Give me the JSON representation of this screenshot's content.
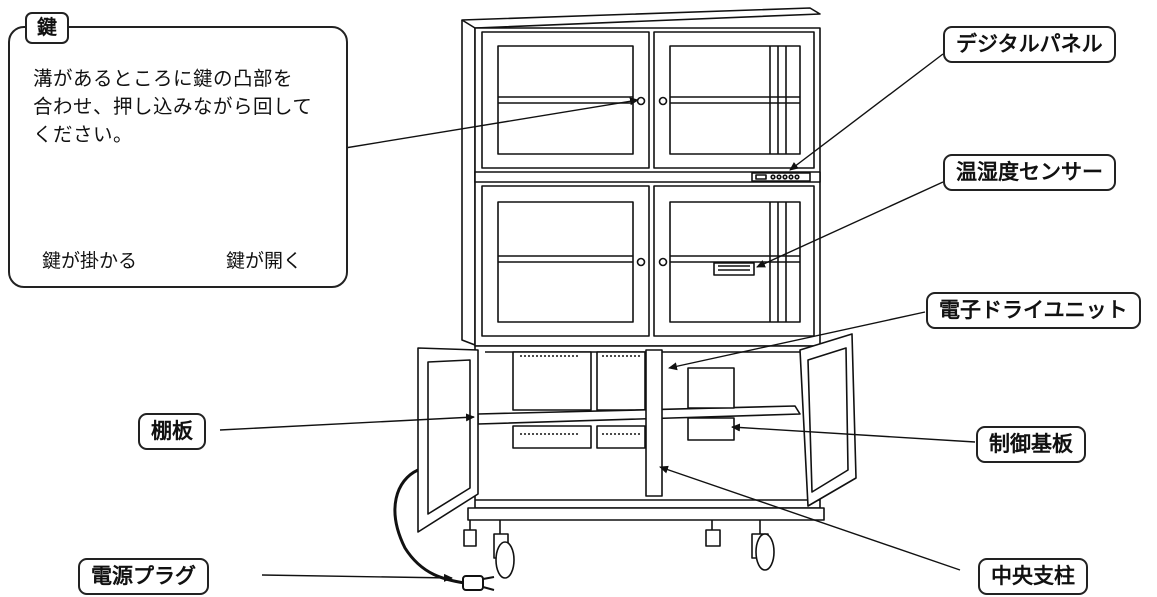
{
  "key_callout": {
    "title": "鍵",
    "instruction_lines": [
      "溝があるところに鍵の凸部を",
      "合わせ、押し込みながら回して",
      "ください。"
    ],
    "lock_caption": "鍵が掛かる",
    "unlock_caption": "鍵が開く"
  },
  "labels": {
    "digital_panel": "デジタルパネル",
    "humidity_sensor": "温湿度センサー",
    "dry_unit": "電子ドライユニット",
    "shelf": "棚板",
    "control_board": "制御基板",
    "power_plug": "電源プラグ",
    "center_post": "中央支柱"
  }
}
